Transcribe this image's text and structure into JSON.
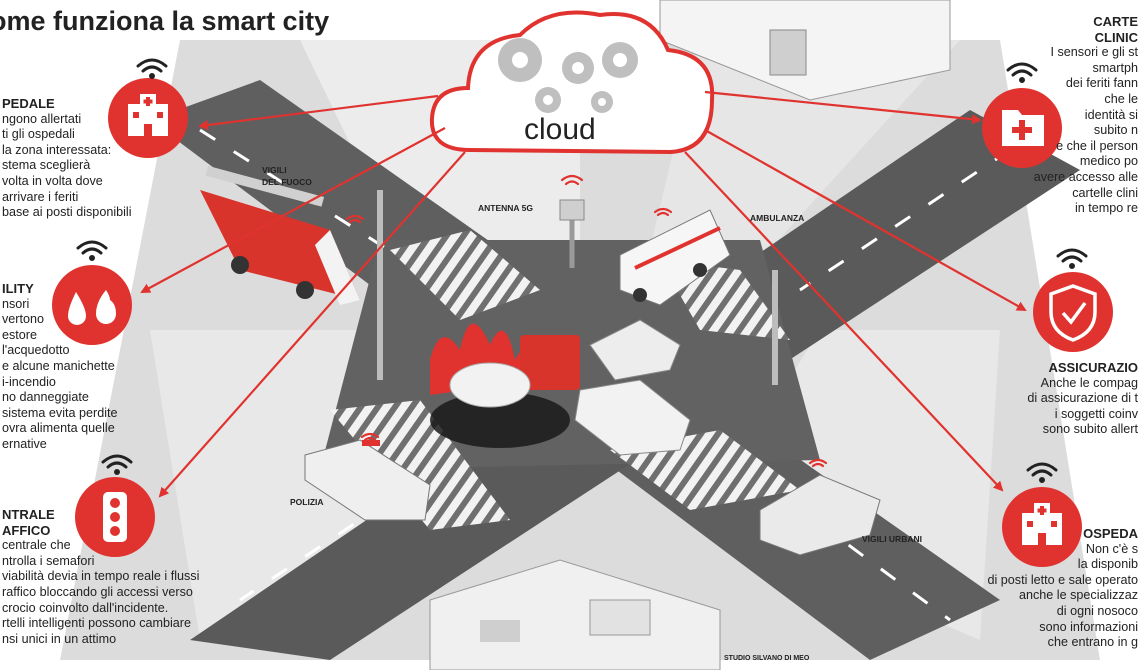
{
  "title": "ome funziona la smart city",
  "cloud_label": "cloud",
  "credit": "STUDIO SILVANO DI MEO",
  "accent_color": "#e0332f",
  "scene_labels": {
    "vigili_fuoco": [
      "VIGILI",
      "DEL FUOCO"
    ],
    "antenna": "ANTENNA 5G",
    "ambulanza": "AMBULANZA",
    "polizia": "POLIZIA",
    "vigili_urbani": "VIGILI URBANI"
  },
  "left_blocks": [
    {
      "id": "ospedale",
      "icon": "hospital-icon",
      "heading": "PEDALE",
      "lines": [
        "ngono allertati",
        "ti gli ospedali",
        "la zona interessata:",
        "stema sceglierà",
        "volta in volta dove",
        "arrivare i feriti",
        "base ai posti disponibili"
      ]
    },
    {
      "id": "utility",
      "icon": "water-fire-icon",
      "heading": "ILITY",
      "lines": [
        "nsori",
        "vertono",
        "estore",
        "l'acquedotto",
        "e alcune manichette",
        "i-incendio",
        "no danneggiate",
        "sistema evita perdite",
        "ovra alimenta quelle",
        "ernative"
      ]
    },
    {
      "id": "traffico",
      "icon": "traffic-light-icon",
      "heading_lines": [
        "NTRALE",
        "AFFICO"
      ],
      "lines": [
        "centrale che",
        "ntrolla i semafori",
        "viabilità devia in tempo reale i flussi",
        "raffico bloccando gli accessi verso",
        "crocio coinvolto dall'incidente.",
        "rtelli intelligenti possono cambiare",
        "nsi unici in un attimo"
      ]
    }
  ],
  "right_blocks": [
    {
      "id": "cartelle",
      "icon": "medical-folder-icon",
      "heading_lines": [
        "CARTE",
        "CLINIC"
      ],
      "lines": [
        "I sensori e gli st",
        "smartph",
        "dei feriti fann",
        "che le",
        "identità si",
        "subito n",
        "e che il person",
        "medico po",
        "avere accesso alle",
        "cartelle clini",
        "in tempo re"
      ]
    },
    {
      "id": "assicurazioni",
      "icon": "shield-check-icon",
      "heading": "ASSICURAZIO",
      "lines": [
        "Anche le compag",
        "di assicurazione di t",
        "i soggetti coinv",
        "sono subito allert"
      ]
    },
    {
      "id": "ospedali2",
      "icon": "hospital-icon",
      "heading": "OSPEDA",
      "lines": [
        "Non c'è s",
        "la disponib",
        "di posti letto e sale operato",
        "anche le specializzaz",
        "di ogni nosoco",
        "sono informazioni",
        "che entrano in g"
      ]
    }
  ]
}
